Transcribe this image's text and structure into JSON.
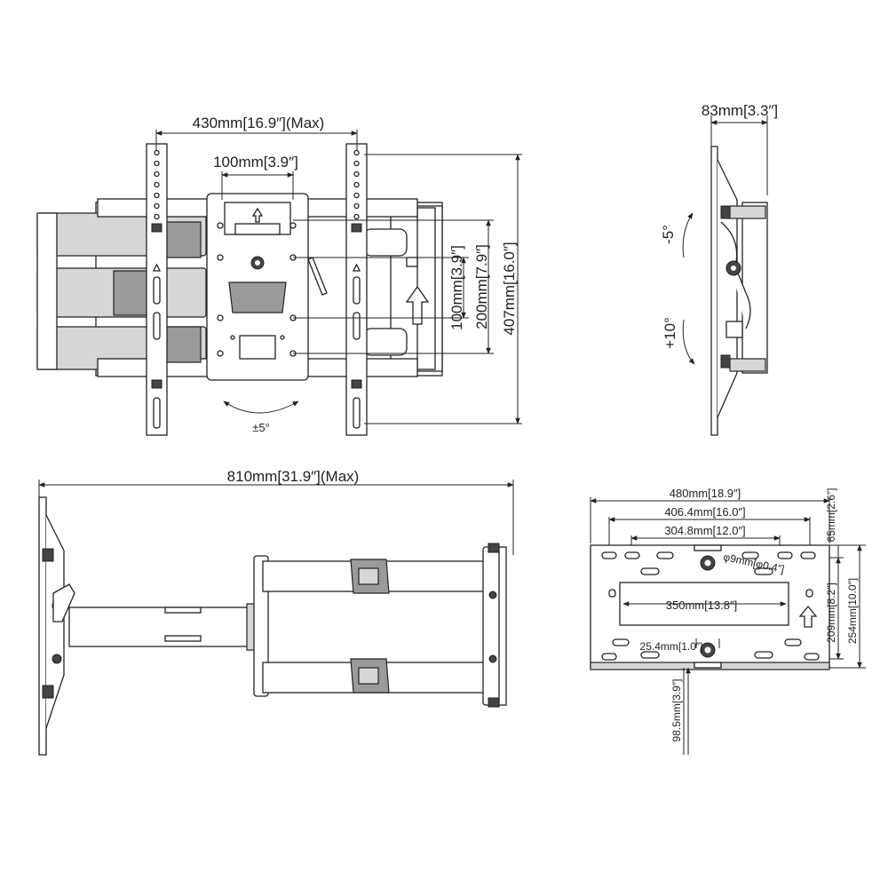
{
  "front_view": {
    "width_max": "430mm[16.9″](Max)",
    "vesa_min": "100mm[3.9″]",
    "hole_100": "100mm[3.9″]",
    "hole_200": "200mm[7.9″]",
    "height_407": "407mm[16.0″]",
    "swivel": "±5°"
  },
  "side_view": {
    "depth": "83mm[3.3″]",
    "tilt_down": "-5°",
    "tilt_up": "+10°"
  },
  "extension_view": {
    "extension_max": "810mm[31.9″](Max)"
  },
  "wall_plate": {
    "w480": "480mm[18.9″]",
    "w406": "406.4mm[16.0″]",
    "w304": "304.8mm[12.0″]",
    "w350": "350mm[13.8″]",
    "hole_dia": "φ9mm[φ0.4″]",
    "w25": "25.4mm[1.0″]",
    "h65": "65mm[2.6″]",
    "h209": "209mm[8.2″]",
    "h254": "254mm[10.0″]",
    "h98": "98.5mm[3.9″]"
  }
}
